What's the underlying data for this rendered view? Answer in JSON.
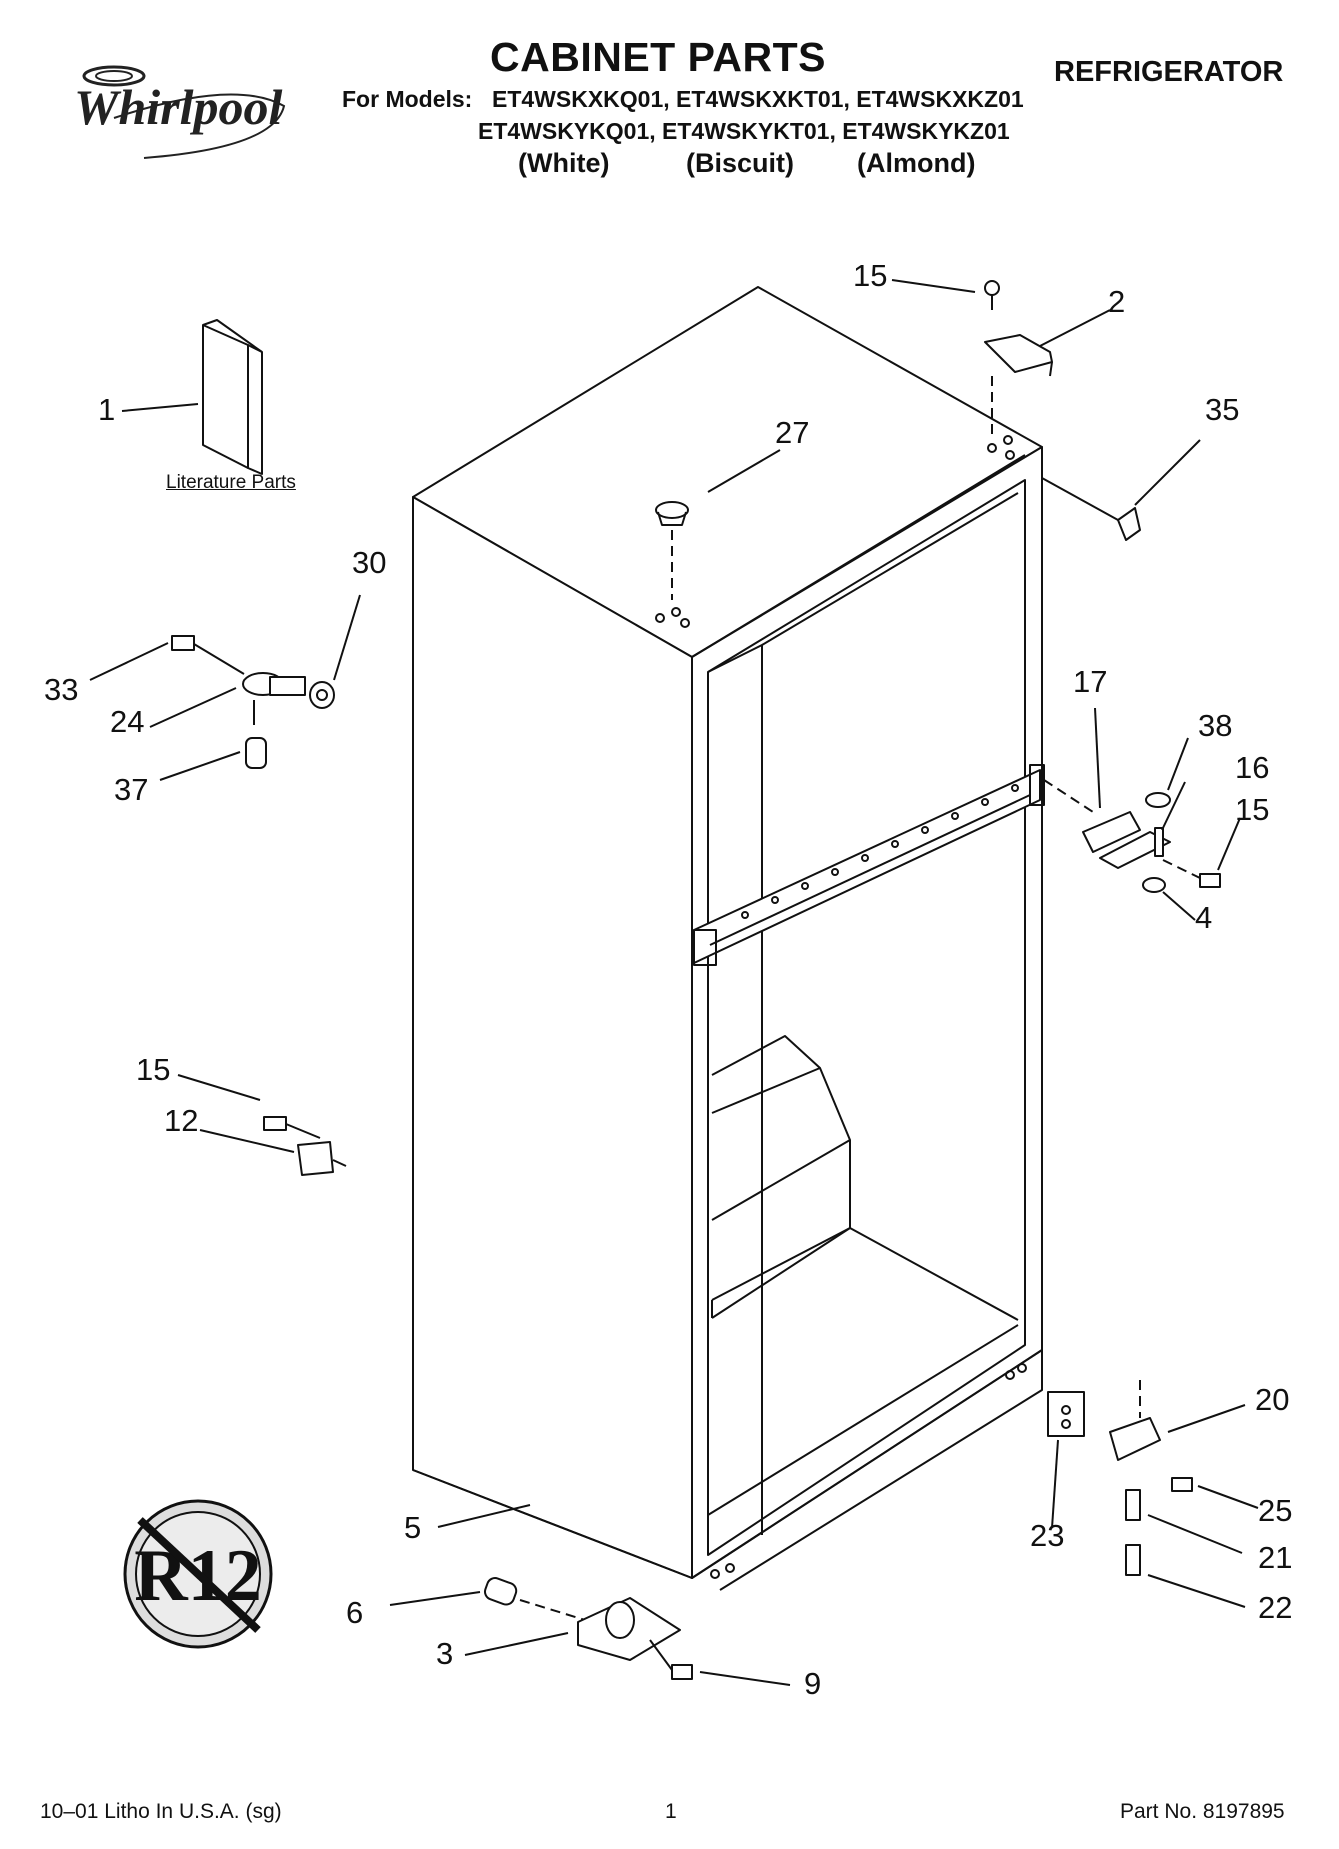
{
  "header": {
    "brand": "Whirlpool",
    "title": "CABINET PARTS",
    "category": "REFRIGERATOR",
    "models_prefix": "For Models:",
    "models_line1": "ET4WSKXKQ01, ET4WSKXKT01, ET4WSKXKZ01",
    "models_line2": "ET4WSKYKQ01, ET4WSKYKT01, ET4WSKYKZ01",
    "colors": [
      "(White)",
      "(Biscuit)",
      "(Almond)"
    ]
  },
  "literature_label": "Literature Parts",
  "callouts": {
    "c1": "1",
    "c2": "2",
    "c3": "3",
    "c4": "4",
    "c5": "5",
    "c6": "6",
    "c9": "9",
    "c12": "12",
    "c15a": "15",
    "c15b": "15",
    "c15c": "15",
    "c16": "16",
    "c17": "17",
    "c20": "20",
    "c21": "21",
    "c22": "22",
    "c23": "23",
    "c24": "24",
    "c25": "25",
    "c27": "27",
    "c30": "30",
    "c33": "33",
    "c35": "35",
    "c37": "37",
    "c38": "38"
  },
  "badge_text": "R12",
  "footer": {
    "left": "10–01 Litho In U.S.A. (sg)",
    "center": "1",
    "right": "Part No. 8197895"
  }
}
